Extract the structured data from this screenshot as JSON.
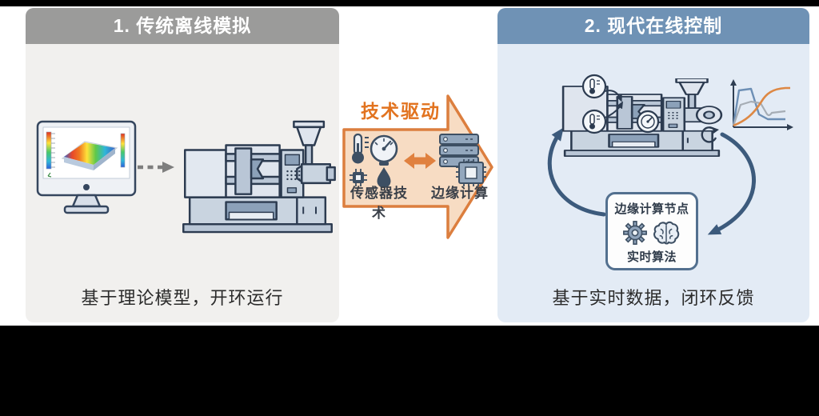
{
  "colors": {
    "accent_orange": "#dc7e3e",
    "accent_orange_text": "#e2731f",
    "arrow_fill": "#f7dcc3",
    "left_header_bg": "#9b9b9a",
    "left_body_bg": "#f1f0ee",
    "right_header_bg": "#6f92b5",
    "right_body_bg": "#e3ebf5",
    "loop_blue": "#3c5a7c",
    "machine_outline": "#2c3b50",
    "header_text": "#ffffff",
    "caption_text": "#2b2b2b"
  },
  "left_panel": {
    "title": "1. 传统离线模拟",
    "caption": "基于理论模型，开环运行"
  },
  "center_arrow": {
    "title": "技术驱动",
    "left_label": "传感器技术",
    "right_label": "边缘计算"
  },
  "right_panel": {
    "title": "2. 现代在线控制",
    "caption": "基于实时数据，闭环反馈",
    "edge_node": {
      "title": "边缘计算节点",
      "subtitle": "实时算法"
    }
  },
  "icons": {
    "left_panel": [
      "monitor-simulation-icon",
      "dashed-flow-arrow",
      "injection-molding-machine-icon"
    ],
    "center_arrow": [
      "thermometer-icon",
      "gauge-icon",
      "chip-icon",
      "droplet-icon",
      "exchange-arrow-icon",
      "server-icon",
      "cpu-icon"
    ],
    "right_panel": [
      "injection-molding-machine-icon",
      "sensor-thermometer-icon",
      "sensor-gauge-icon",
      "cycle-icon",
      "process-curves-icon",
      "feedback-loop-arrows",
      "gear-icon",
      "brain-icon"
    ]
  }
}
